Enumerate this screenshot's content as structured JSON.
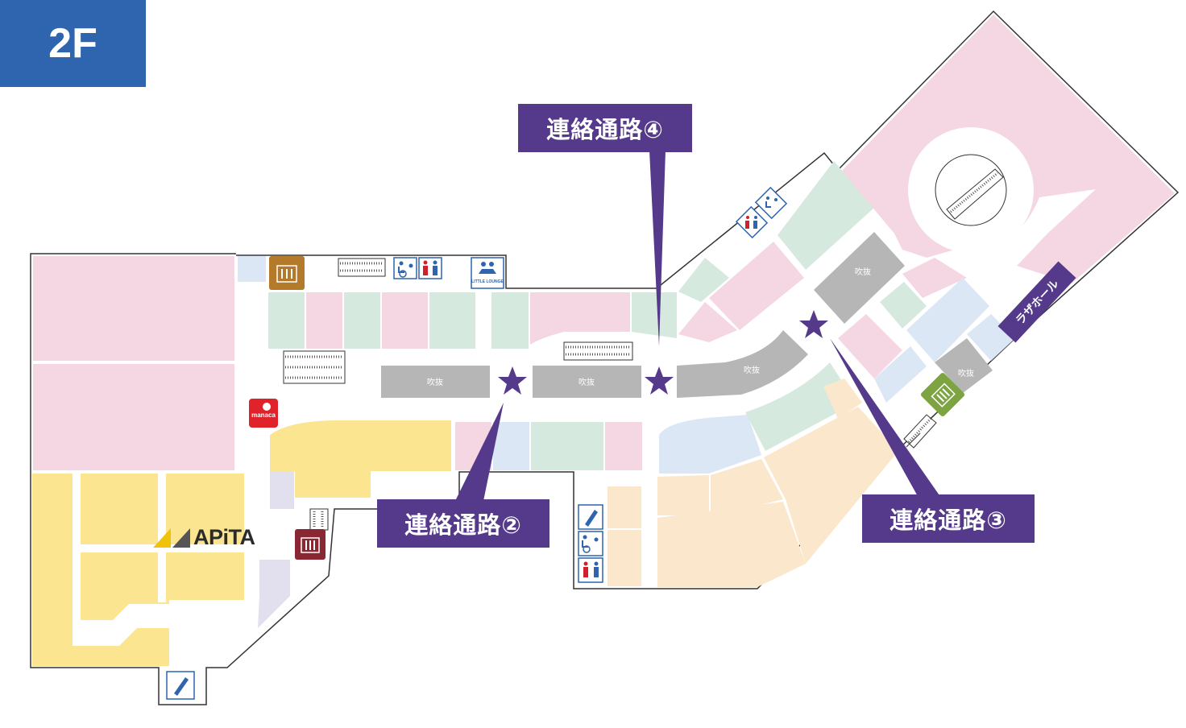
{
  "floor": {
    "label": "2F"
  },
  "colors": {
    "floor_badge": "#2f64ae",
    "callout": "#55398a",
    "pink_zone": "#f5d6e3",
    "green_zone": "#d5e9df",
    "yellow_zone": "#fbe590",
    "beige_zone": "#fbe7cc",
    "blue_zone": "#dbe7f5",
    "lavender_zone": "#e2e0ef",
    "void": "#b6b6b6",
    "star": "#55398a"
  },
  "map": {
    "void_label": "吹抜",
    "anchor_store": "APiTA",
    "hall_label": "ラザホール",
    "connectors": [
      {
        "id": "2",
        "label": "連絡通路②"
      },
      {
        "id": "3",
        "label": "連絡通路③"
      },
      {
        "id": "4",
        "label": "連絡通路④"
      }
    ],
    "facility_icons": [
      "elevator-icon",
      "escalator-icon",
      "restroom-icon",
      "accessible-restroom-icon",
      "little-lounge-icon",
      "vending-machine-icon",
      "manaca-icon",
      "emergency-exit-icon"
    ],
    "little_lounge_text": "LITTLE LOUNGE",
    "manaca_text": "manaca"
  }
}
